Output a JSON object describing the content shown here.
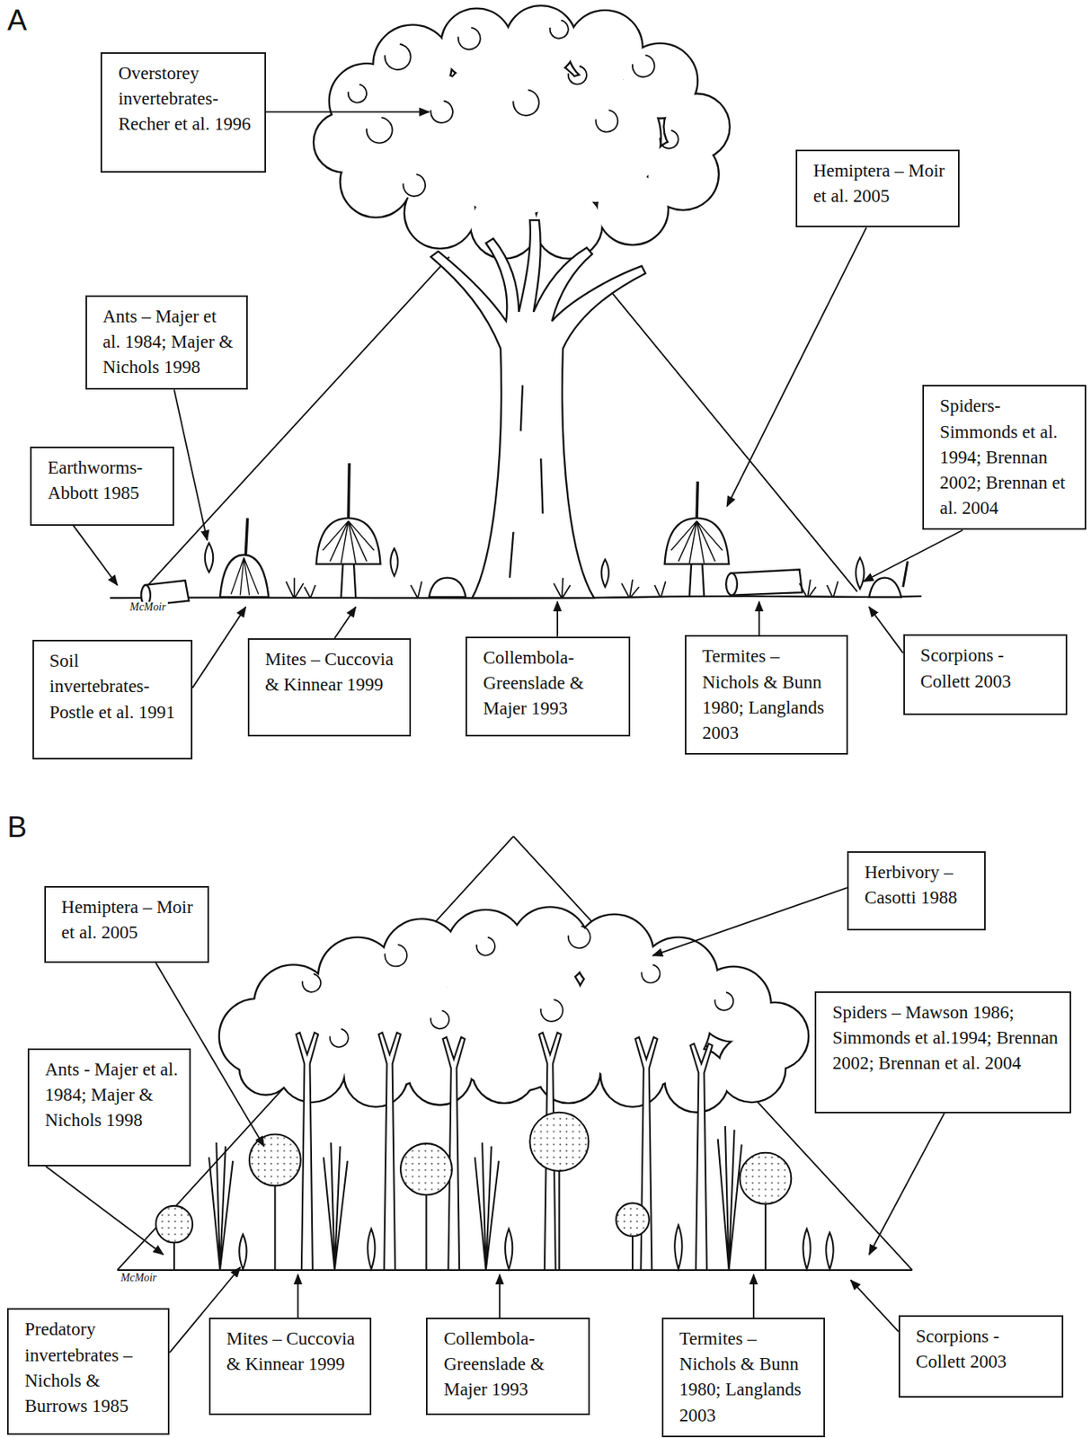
{
  "diagram": {
    "nodes": [
      {
        "text": [
          "Overstorey invertebrates- Recher et al. 1996"
        ]
      },
      {
        "text": [
          "Hemiptera – Moir et al. 2005"
        ]
      },
      {
        "text": [
          "Ants – Majer et al. 1984; Majer & Nichols 1998"
        ]
      },
      {
        "text": [
          "Spiders- Simmonds et al. 1994; Brennan 2002; Brennan et al. 2004"
        ]
      },
      {
        "text": [
          "Earthworms- Abbott 1985"
        ]
      },
      {
        "text": [
          "Soil invertebrates- Postle et al. 1991"
        ]
      },
      {
        "text": [
          "Mites – Cuccovia & Kinnear 1999"
        ]
      },
      {
        "text": [
          "Collembola- Greenslade & Majer 1993"
        ]
      },
      {
        "text": [
          "Termites – Nichols & Bunn 1980; Langlands 2003"
        ]
      },
      {
        "text": [
          "Scorpions - Collett 2003"
        ]
      },
      {
        "text": [
          "Herbivory – Casotti 1988"
        ]
      },
      {
        "text": [
          "Hemiptera – Moir et al. 2005"
        ]
      },
      {
        "text": [
          "Spiders – Mawson 1986; Simmonds et al.1994; Brennan 2002; Brennan et al. 2004"
        ]
      },
      {
        "text": [
          "Ants - Majer et al. 1984; Majer & Nichols 1998"
        ]
      },
      {
        "text": [
          "Predatory invertebrates – Nichols & Burrows 1985"
        ]
      },
      {
        "text": [
          "Mites – Cuccovia & Kinnear 1999"
        ]
      },
      {
        "text": [
          "Collembola- Greenslade & Majer 1993"
        ]
      },
      {
        "text": [
          "Termites – Nichols & Bunn 1980; Langlands 2003"
        ]
      },
      {
        "text": [
          "Scorpions - Collett 2003"
        ]
      }
    ],
    "labels": [
      "A",
      "B",
      "McMoir",
      "McMoir"
    ]
  }
}
